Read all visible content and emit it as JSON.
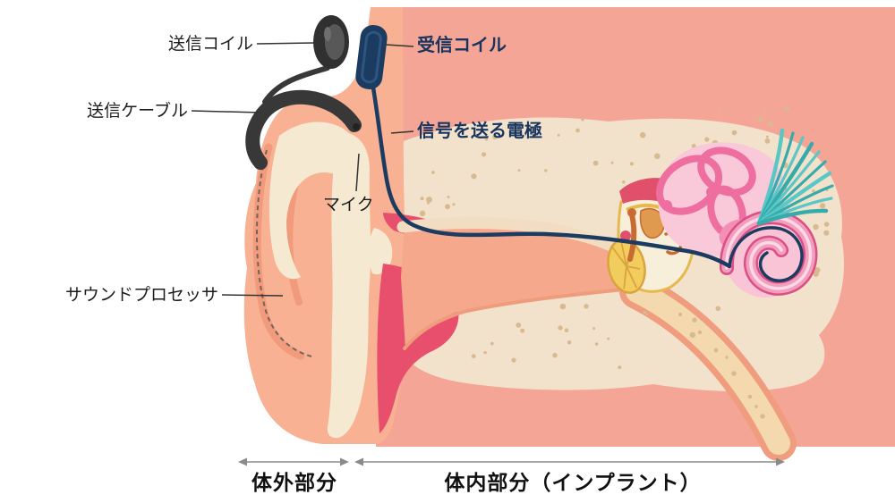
{
  "diagram": {
    "labels": {
      "transmission_coil": "送信コイル",
      "transmission_cable": "送信ケーブル",
      "microphone": "マイク",
      "sound_processor": "サウンドプロセッサ",
      "receiver_coil": "受信コイル",
      "electrode": "信号を送る電極",
      "external_part": "体外部分",
      "internal_part": "体内部分（インプラント）"
    },
    "colors": {
      "background_pink": "#f5a596",
      "bone_cream": "#f3e2cb",
      "speckle": "#d8ba90",
      "skin_salmon": "#f8b193",
      "canal_red": "#e84f6c",
      "cochlea_pink": "#ee6f9f",
      "nerve_teal": "#5ac7c7",
      "implant_navy": "#1b3c60",
      "device_gray": "#383838",
      "label_navy": "#17355f",
      "bone_yellow": "#f2cd5e"
    }
  }
}
